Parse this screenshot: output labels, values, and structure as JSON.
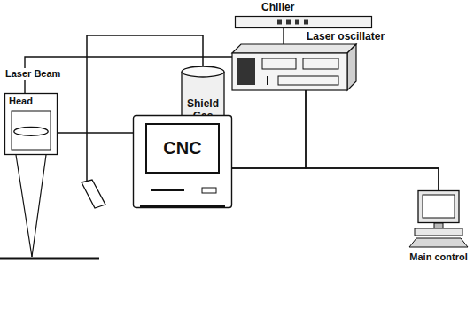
{
  "diagram": {
    "nodes": [
      {
        "text": [
          "Chiller"
        ]
      },
      {
        "text": [
          "Laser oscillater"
        ]
      },
      {
        "text": [
          "Head"
        ]
      },
      {
        "text": [
          "Shield Gas"
        ]
      },
      {
        "text": [
          "CNC"
        ]
      },
      {
        "text": [
          "Main control"
        ]
      }
    ],
    "edges": [
      {
        "from": 0,
        "to": 1,
        "arrow": "none"
      },
      {
        "from": 1,
        "to": 2,
        "label": "Laser Beam",
        "arrow": "none"
      },
      {
        "from": 2,
        "to": 4,
        "arrow": "none"
      },
      {
        "from": 1,
        "to": 4,
        "arrow": "none"
      },
      {
        "from": 1,
        "to": 5,
        "arrow": "none"
      },
      {
        "from": 4,
        "to": 5,
        "arrow": "none"
      }
    ]
  }
}
